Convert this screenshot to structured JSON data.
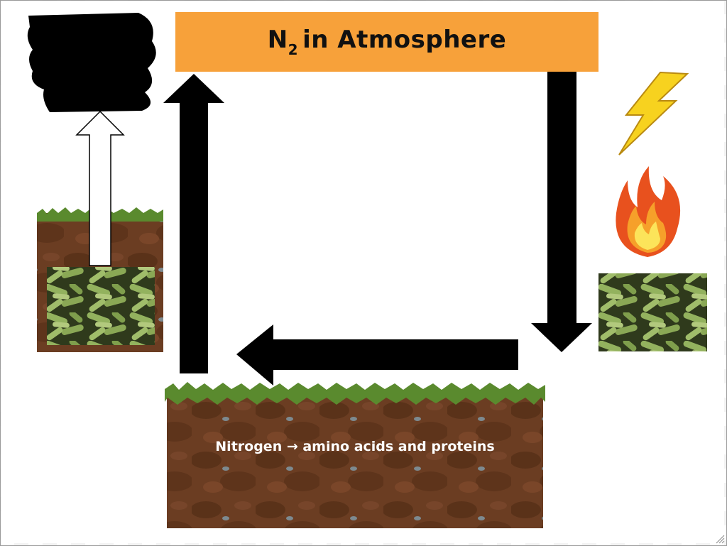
{
  "title": {
    "main": "N",
    "subscript": "2",
    "rest": "in Atmosphere"
  },
  "soil_label": "Nitrogen → amino acids and proteins",
  "colors": {
    "title_bg": "#f7a13a",
    "soil": "#6b3d22",
    "soil_dark": "#4e2a16",
    "grass": "#5a8a2e",
    "bacteria": "#8fae5a",
    "arrow": "#000000",
    "lightning": "#f7d21f",
    "flame_outer": "#e8511e",
    "flame_inner": "#fce45a"
  },
  "icons": [
    "silhouette-icon",
    "lightning-icon",
    "flame-icon",
    "bacteria-icon",
    "soil-icon"
  ]
}
